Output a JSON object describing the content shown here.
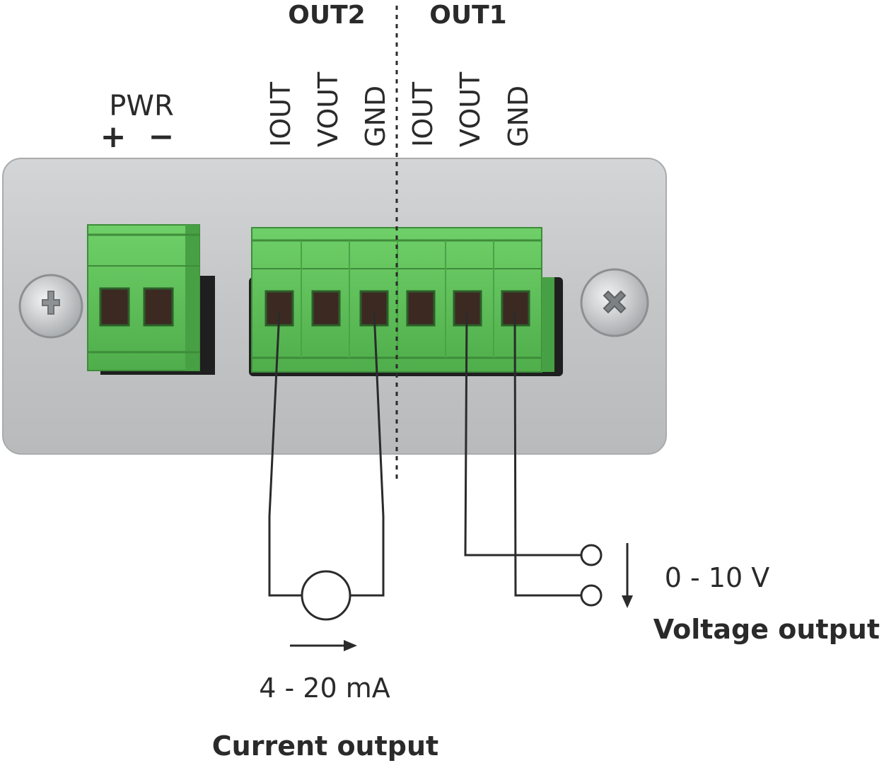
{
  "header": {
    "out2": "OUT2",
    "out1": "OUT1"
  },
  "power": {
    "label": "PWR",
    "plus": "+",
    "minus": "−"
  },
  "terminals": {
    "out2_iout": "IOUT",
    "out2_vout": "VOUT",
    "out2_gnd": "GND",
    "out1_iout": "IOUT",
    "out1_vout": "VOUT",
    "out1_gnd": "GND"
  },
  "current": {
    "range": "4 - 20 mA",
    "caption": "Current output"
  },
  "voltage": {
    "range": "0 - 10 V",
    "caption": "Voltage output"
  },
  "colors": {
    "panel": "#c4c6c8",
    "terminal_green": "#5ec15a",
    "wire": "#2b2b2b",
    "text": "#2a2a2a"
  }
}
